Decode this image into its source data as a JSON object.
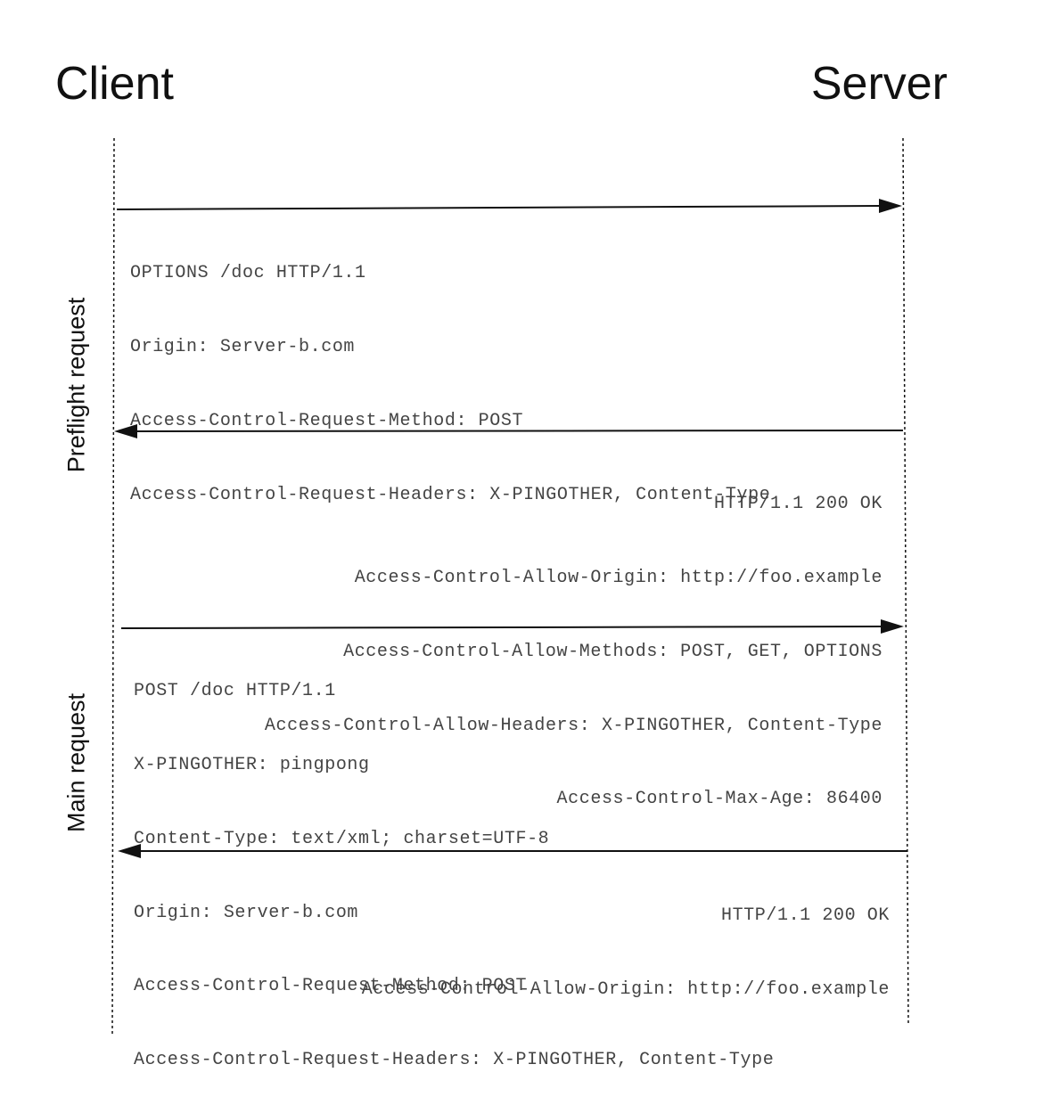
{
  "actors": {
    "client": "Client",
    "server": "Server"
  },
  "phases": {
    "preflight": "Preflight request",
    "main": "Main request"
  },
  "messages": {
    "preflight_request": [
      "OPTIONS /doc HTTP/1.1",
      "Origin: Server-b.com",
      "Access-Control-Request-Method: POST",
      "Access-Control-Request-Headers: X-PINGOTHER, Content-Type"
    ],
    "preflight_response": [
      "HTTP/1.1 200 OK",
      "Access-Control-Allow-Origin: http://foo.example",
      "Access-Control-Allow-Methods: POST, GET, OPTIONS",
      "Access-Control-Allow-Headers: X-PINGOTHER, Content-Type",
      "Access-Control-Max-Age: 86400"
    ],
    "main_request": [
      "POST /doc HTTP/1.1",
      "X-PINGOTHER: pingpong",
      "Content-Type: text/xml; charset=UTF-8",
      "Origin: Server-b.com",
      "Access-Control-Request-Method: POST",
      "Access-Control-Request-Headers: X-PINGOTHER, Content-Type"
    ],
    "main_response": [
      "HTTP/1.1 200 OK",
      "Access-Control-Allow-Origin: http://foo.example"
    ]
  },
  "colors": {
    "lines": "#111111",
    "message_text": "#444444"
  }
}
